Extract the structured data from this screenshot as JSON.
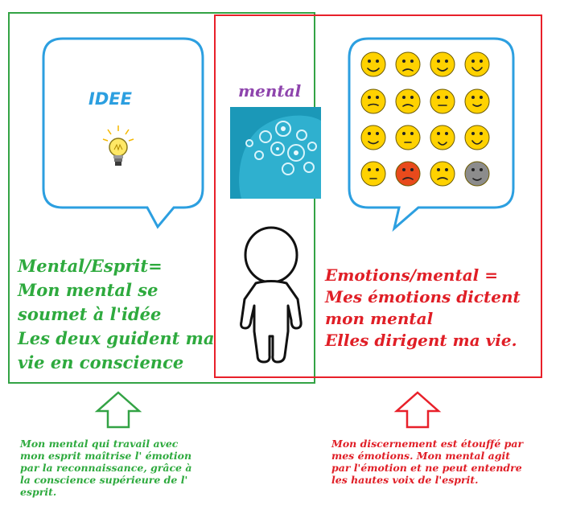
{
  "bubble_left": {
    "title": "IDEE",
    "icon": "lightbulb-icon"
  },
  "bubble_right": {
    "icon": "emoji-faces-grid-icon"
  },
  "center": {
    "title": "mental",
    "image": "head-gears-icon",
    "figure": "person-figure-icon"
  },
  "left_statement": {
    "lines": [
      "Mental/Esprit=",
      "Mon mental se",
      "soumet à l'idée",
      "Les deux guident ma",
      "vie en conscience"
    ]
  },
  "right_statement": {
    "lines": [
      "Emotions/mental =",
      "Mes émotions dictent",
      "mon mental",
      "Elles dirigent ma vie."
    ]
  },
  "left_note": {
    "lines": [
      "Mon mental qui travail avec",
      "mon esprit maîtrise l' émotion",
      "par la reconnaissance, grâce à",
      "la conscience supérieure de l'",
      "esprit."
    ]
  },
  "right_note": {
    "lines": [
      "Mon discernement est étouffé par",
      "mes émotions. Mon mental agit",
      "par l'émotion et ne peut entendre",
      "les hautes voix de l'esprit."
    ]
  },
  "colors": {
    "green": "#2eaa3e",
    "red": "#e01e26",
    "blue": "#2c9fe0",
    "purple": "#8e44ad",
    "bubble_border": "#2c9fe0"
  }
}
